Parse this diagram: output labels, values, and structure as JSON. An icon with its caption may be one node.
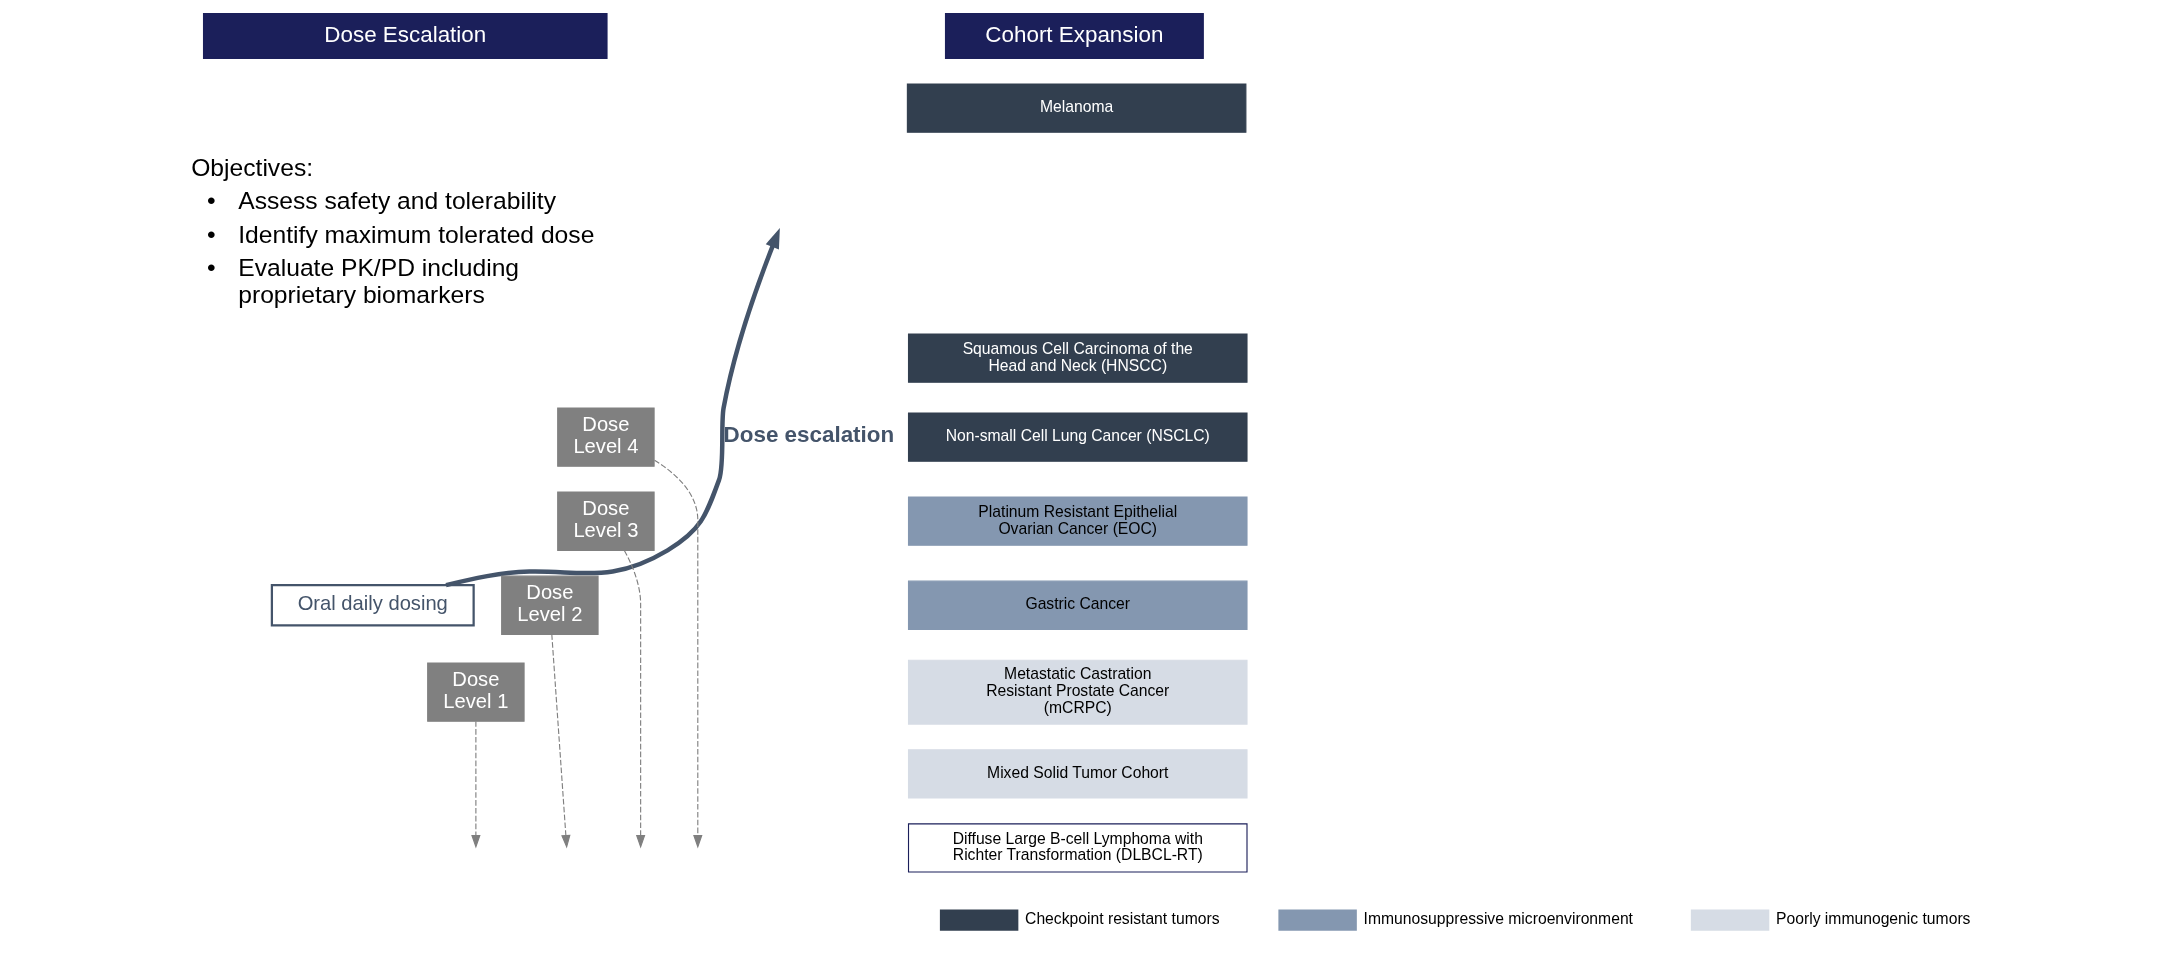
{
  "diagram": {
    "nodes": [
      {
        "text": [
          "Dose Escalation"
        ]
      },
      {
        "text": [
          "Cohort Expansion"
        ]
      },
      {
        "text": [
          "Oral daily dosing"
        ]
      },
      {
        "text": [
          "Dose Level 1"
        ]
      },
      {
        "text": [
          "Dose Level 2"
        ]
      },
      {
        "text": [
          "Dose Level 3"
        ]
      },
      {
        "text": [
          "Dose Level 4"
        ]
      },
      {
        "text": [
          "Melanoma"
        ]
      },
      {
        "text": [
          "Squamous Cell Carcinoma of the Head and Neck (HNSCC)"
        ]
      },
      {
        "text": [
          "Non-small Cell Lung Cancer (NSCLC)"
        ]
      },
      {
        "text": [
          "Platinum Resistant Epithelial Ovarian Cancer (EOC)"
        ]
      },
      {
        "text": [
          "Gastric Cancer"
        ]
      },
      {
        "text": [
          "Metastatic Castration Resistant Prostate Cancer (mCRPC)"
        ]
      },
      {
        "text": [
          "Mixed Solid Tumor Cohort"
        ]
      },
      {
        "text": [
          "Diffuse Large B-cell Lymphoma with Richter Transformation (DLBCL-RT)"
        ]
      }
    ],
    "edges": [
      {
        "from": 2,
        "to": null,
        "arrow": "to",
        "label": "Dose escalation",
        "style": "thick"
      },
      {
        "from": 3,
        "to": null,
        "arrow": "to",
        "style": "dashed",
        "color": "#7f7f7f"
      },
      {
        "from": 4,
        "to": null,
        "arrow": "to",
        "style": "dashed",
        "color": "#7f7f7f"
      },
      {
        "from": 5,
        "to": null,
        "arrow": "to",
        "style": "dashed",
        "color": "#7f7f7f"
      },
      {
        "from": 6,
        "to": null,
        "arrow": "to",
        "style": "dashed",
        "color": "#7f7f7f"
      }
    ],
    "labels": [
      "Objectives:",
      "•",
      "Assess safety and tolerability",
      "•",
      "Identify maximum tolerated dose",
      "•",
      "Evaluate PK/PD including proprietary biomarkers"
    ],
    "legend": [
      {
        "text": "Checkpoint resistant tumors",
        "color": "#323f4f"
      },
      {
        "text": "Immunosuppressive microenvironment",
        "color": "#8497b0"
      },
      {
        "text": "Poorly immunogenic tumors",
        "color": "#d6dce5"
      }
    ]
  }
}
